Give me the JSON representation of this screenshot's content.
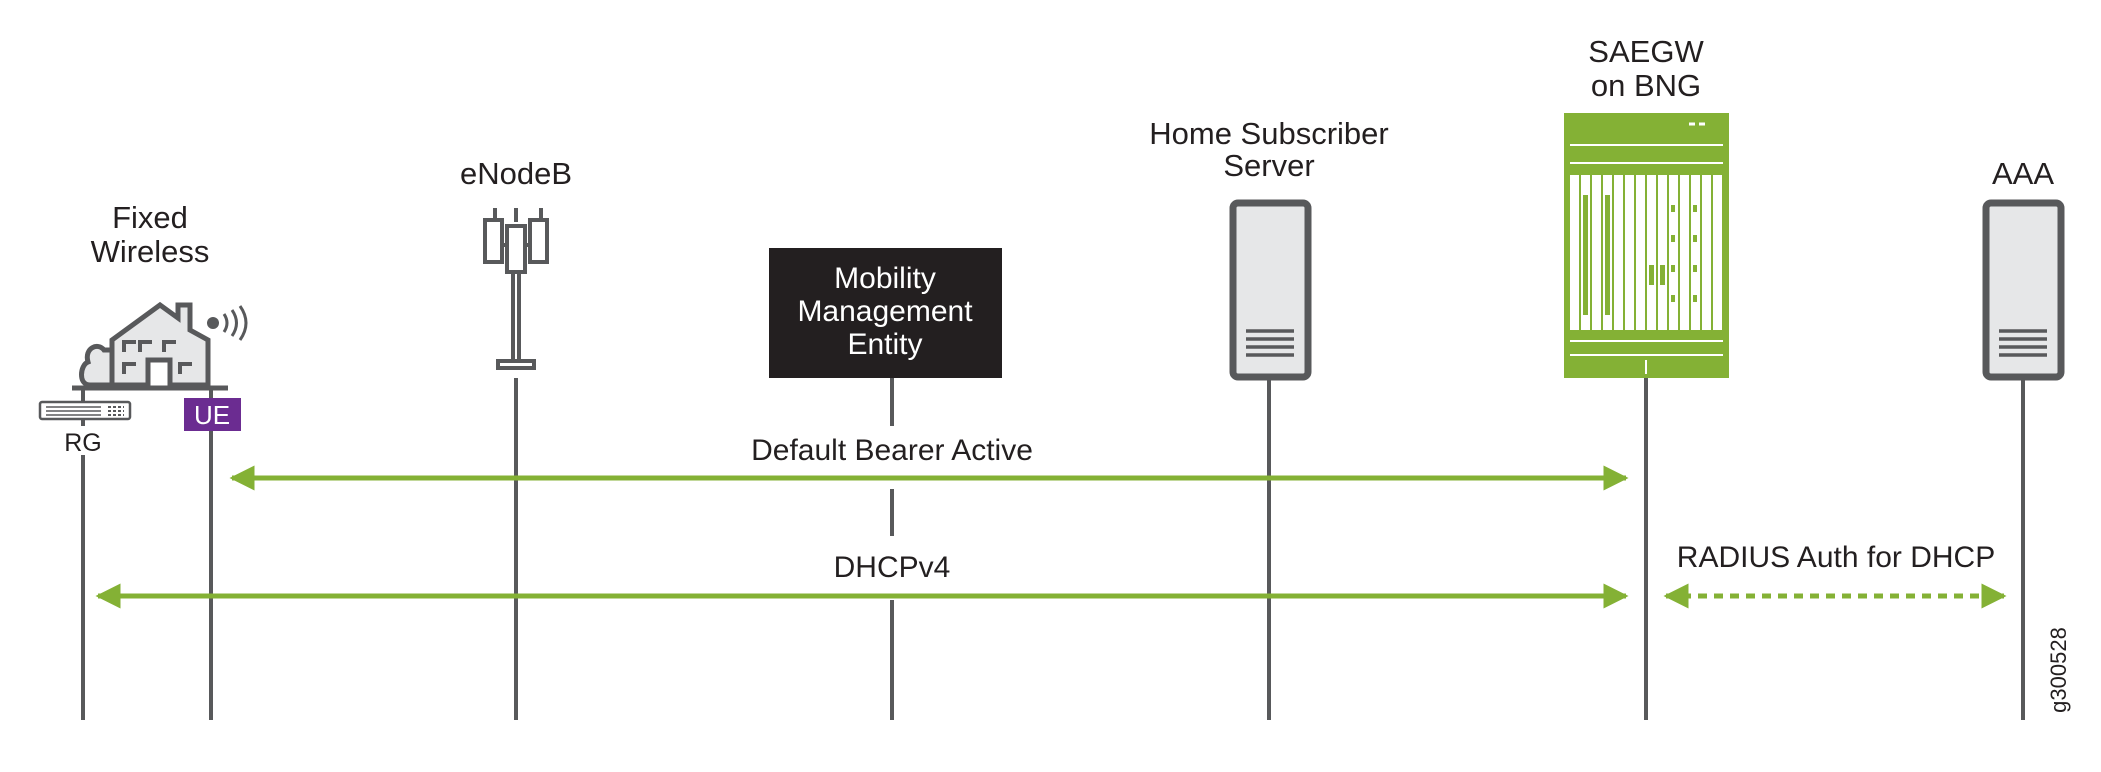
{
  "colors": {
    "accent": "#84b135",
    "line": "#58595b",
    "ue": "#6b2c91",
    "mme": "#231f20",
    "device_fill": "#e6e7e8"
  },
  "nodes": {
    "fixed_wireless": {
      "line1": "Fixed",
      "line2": "Wireless",
      "icon": "house-icon"
    },
    "rg": {
      "label": "RG",
      "icon": "router-icon"
    },
    "ue": {
      "label": "UE"
    },
    "enodeb": {
      "label": "eNodeB",
      "icon": "cell-tower-icon"
    },
    "mme": {
      "line1": "Mobility",
      "line2": "Management",
      "line3": "Entity"
    },
    "hss": {
      "line1": "Home Subscriber",
      "line2": "Server",
      "icon": "server-icon"
    },
    "saegw": {
      "line1": "SAEGW",
      "line2": "on BNG",
      "icon": "chassis-router-icon"
    },
    "aaa": {
      "label": "AAA",
      "icon": "server-icon"
    }
  },
  "messages": [
    {
      "label": "Default Bearer Active",
      "from": "UE",
      "to": "SAEGW on BNG",
      "style": "solid"
    },
    {
      "label": "DHCPv4",
      "from": "RG",
      "to": "SAEGW on BNG",
      "style": "solid"
    },
    {
      "label": "RADIUS Auth for DHCP",
      "from": "SAEGW on BNG",
      "to": "AAA",
      "style": "dashed"
    }
  ],
  "figure_id": "g300528"
}
